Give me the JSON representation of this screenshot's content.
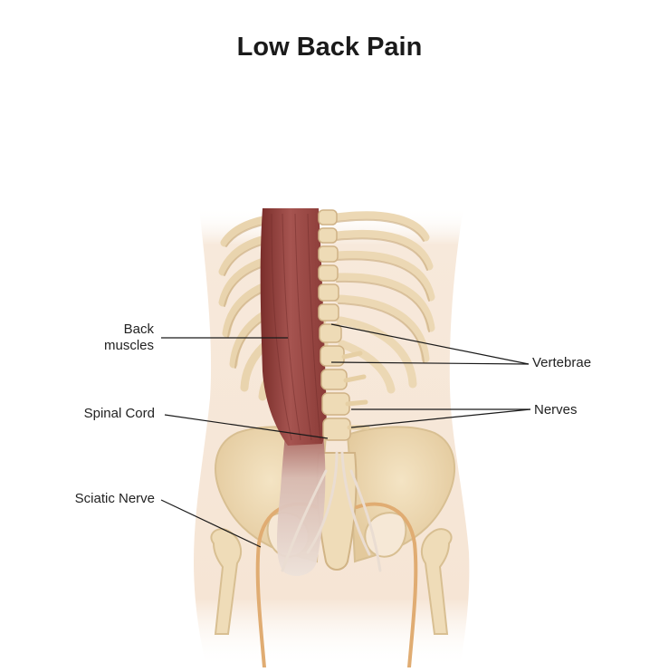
{
  "title": "Low Back Pain",
  "labels": {
    "back_muscles_line1": "Back",
    "back_muscles_line2": "muscles",
    "spinal_cord": "Spinal Cord",
    "sciatic_nerve": "Sciatic Nerve",
    "vertebrae": "Vertebrae",
    "nerves": "Nerves"
  },
  "colors": {
    "skin": "#f6e6d6",
    "bone": "#efdcb8",
    "bone_shadow": "#d8bf92",
    "muscle": "#9a4a44",
    "muscle_dark": "#6e2a28",
    "tendon": "#eadbd0",
    "nerve": "#e2b27a",
    "leader_line": "#1a1a1a"
  }
}
